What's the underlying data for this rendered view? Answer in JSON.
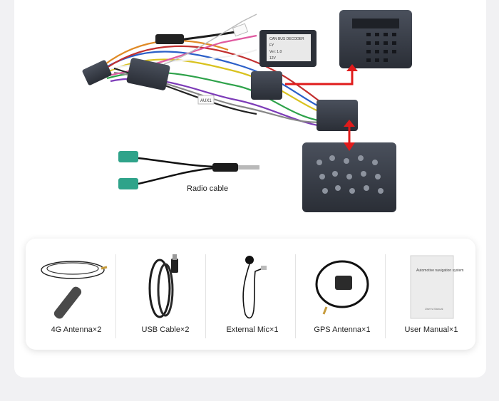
{
  "harness": {
    "radio_cable_label": "Radio cable",
    "module_text": [
      "CAN BUS DECODER",
      "FY",
      "Ver: 1.0",
      "12V"
    ],
    "tag_label": "AUX1"
  },
  "accessories": [
    {
      "name": "4G Antenna×2"
    },
    {
      "name": "USB Cable×2"
    },
    {
      "name": "External Mic×1"
    },
    {
      "name": "GPS Antenna×1"
    },
    {
      "name": "User Manual×1"
    }
  ],
  "manual": {
    "cover_title": "Automotive navigation system",
    "cover_footer": "User's Manual"
  },
  "colors": {
    "arrow": "#e01b1b",
    "connector": "#3a3f4a",
    "page_bg": "#f1f1f3"
  }
}
